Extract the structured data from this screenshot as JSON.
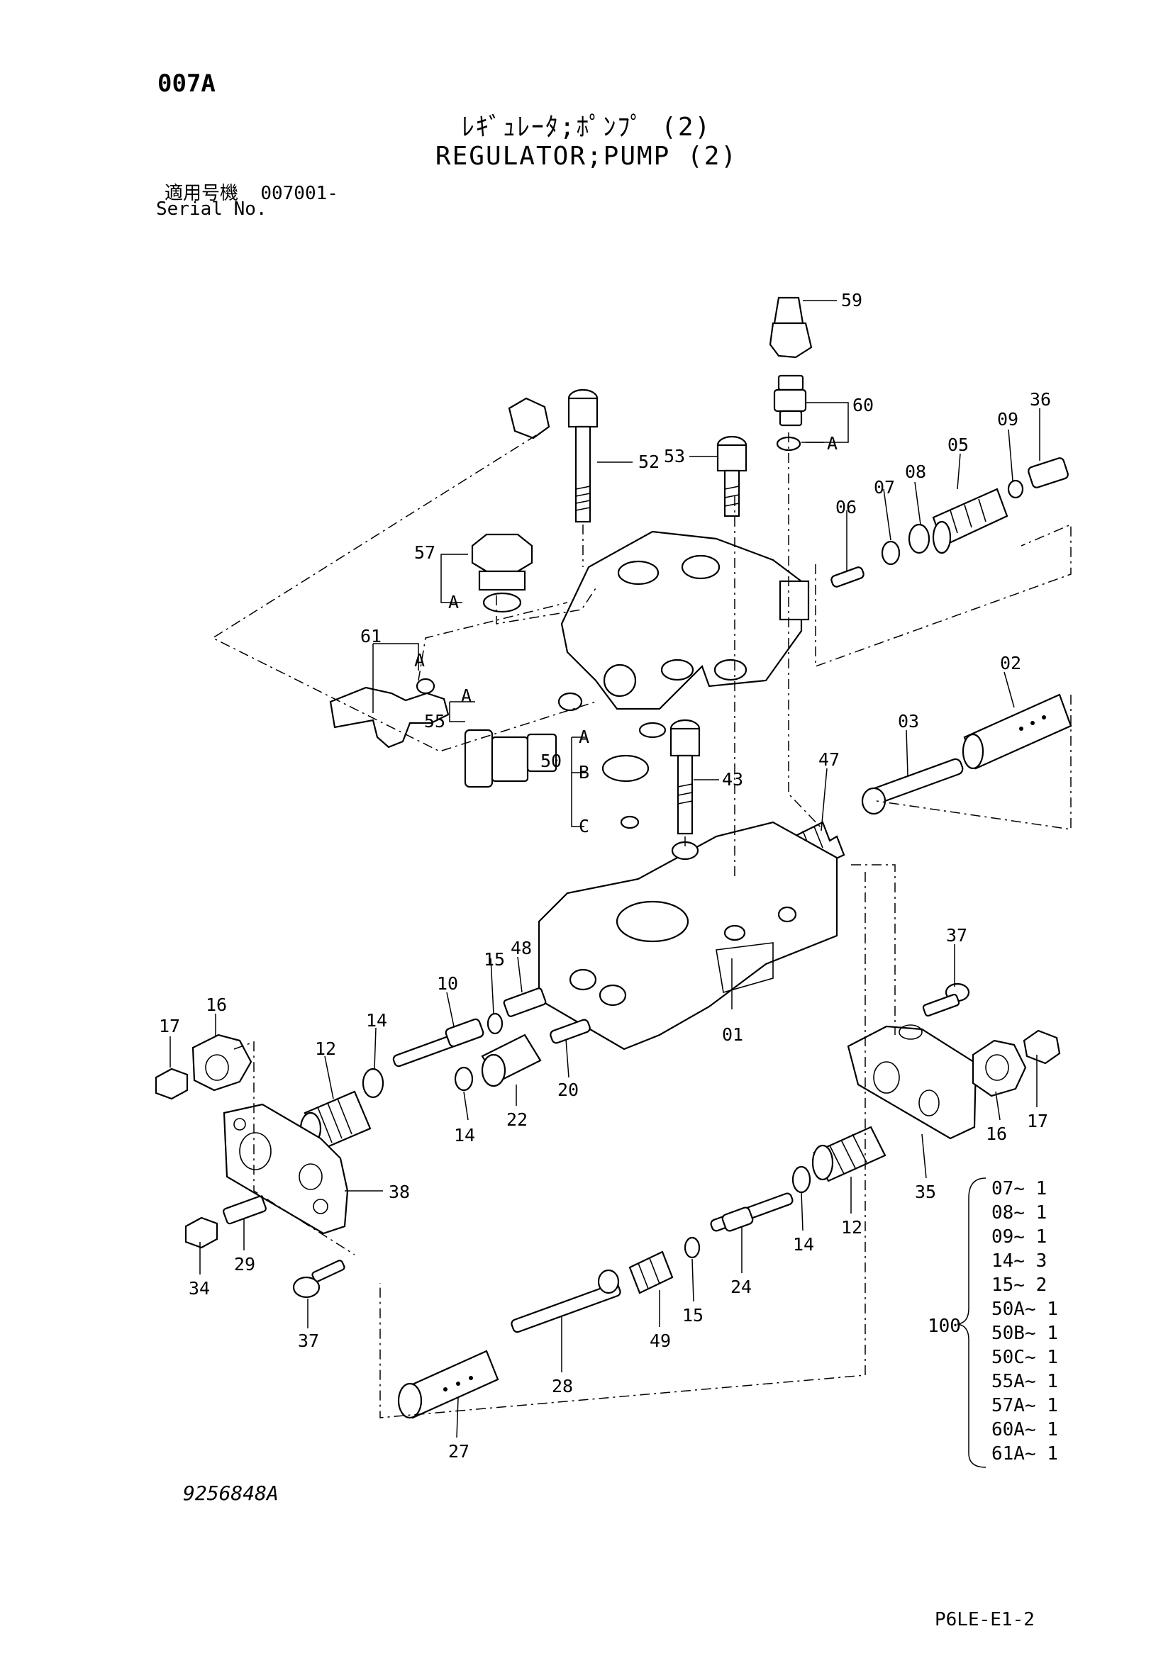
{
  "header": {
    "page_code": "007A",
    "title_jp": "ﾚｷﾞｭﾚｰﾀ;ﾎﾟﾝﾌﾟ (2)",
    "title_en": "REGULATOR;PUMP (2)",
    "serial_label_jp": "適用号機",
    "serial_value": "007001-",
    "serial_label_en": "Serial No."
  },
  "callouts": {
    "p59": "59",
    "p60": "60",
    "p60a": "A",
    "p36": "36",
    "p09": "09",
    "p05": "05",
    "p08": "08",
    "p07": "07",
    "p06": "06",
    "p52": "52",
    "p53": "53",
    "p57": "57",
    "p57a": "A",
    "p61": "61",
    "p61a": "A",
    "p55": "55",
    "p55a": "A",
    "p50": "50",
    "p50a": "A",
    "p50b": "B",
    "p50c": "C",
    "p43": "43",
    "p02": "02",
    "p03": "03",
    "p47": "47",
    "p37a": "37",
    "p37b": "37",
    "p48": "48",
    "p15a": "15",
    "p15b": "15",
    "p10": "10",
    "p14a": "14",
    "p14b": "14",
    "p14c": "14",
    "p12a": "12",
    "p12b": "12",
    "p16a": "16",
    "p16b": "16",
    "p17a": "17",
    "p17b": "17",
    "p01": "01",
    "p20": "20",
    "p22": "22",
    "p38": "38",
    "p29": "29",
    "p34": "34",
    "p35": "35",
    "p24": "24",
    "p49": "49",
    "p28": "28",
    "p27": "27"
  },
  "bom": {
    "parent": "100",
    "items": [
      "07~ 1",
      "08~ 1",
      "09~ 1",
      "14~ 3",
      "15~ 2",
      "50A~ 1",
      "50B~ 1",
      "50C~ 1",
      "55A~ 1",
      "57A~ 1",
      "60A~ 1",
      "61A~ 1"
    ]
  },
  "footer": {
    "drawing_number": "9256848A",
    "sheet_id": "P6LE-E1-2"
  }
}
